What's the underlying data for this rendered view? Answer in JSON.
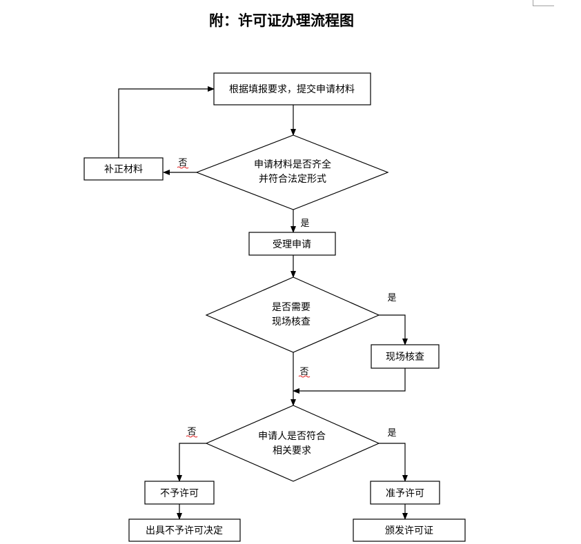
{
  "title": "附：许可证办理流程图",
  "nodes": {
    "submit": "根据填报要求，提交申请材料",
    "check_line1": "申请材料是否齐全",
    "check_line2": "并符合法定形式",
    "supplement": "补正材料",
    "accept": "受理申请",
    "onsite_q_line1": "是否需要",
    "onsite_q_line2": "现场核查",
    "onsite": "现场核查",
    "meets_line1": "申请人是否符合",
    "meets_line2": "相关要求",
    "deny": "不予许可",
    "deny_decision": "出具不予许可决定",
    "grant": "准予许可",
    "issue": "颁发许可证"
  },
  "labels": {
    "no_1": "否",
    "yes_1": "是",
    "yes_2": "是",
    "no_2": "否",
    "no_3": "否",
    "yes_3": "是"
  }
}
